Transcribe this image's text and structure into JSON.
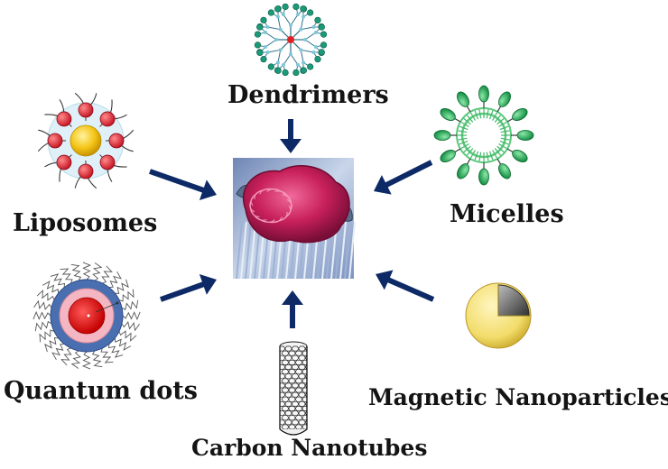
{
  "colors": {
    "arrow": "#0d2a66",
    "liposome_head": "#e0283a",
    "liposome_core": "#f5c518",
    "dendrimer_node": "#1a9a78",
    "dendrimer_core": "#e02020",
    "micelle_head": "#1ea85a",
    "qd_core": "#e01818",
    "qd_shell": "#4a6fb0",
    "magnetic_shell": "#f2dc6a",
    "magnetic_core": "#5a5a5a",
    "cell": "#c8205a"
  },
  "labels": {
    "dendrimers": "Dendrimers",
    "liposomes": "Liposomes",
    "micelles": "Micelles",
    "quantum_dots": "Quantum dots",
    "magnetic": "Magnetic  Nanoparticles",
    "carbon": "Carbon Nanotubes"
  },
  "icons": {
    "center": "tumor-cell-icon",
    "dendrimer": "dendrimer-icon",
    "liposome": "liposome-icon",
    "micelle": "micelle-icon",
    "quantum_dot": "quantum-dot-icon",
    "magnetic": "magnetic-nanoparticle-icon",
    "nanotube": "carbon-nanotube-icon"
  }
}
